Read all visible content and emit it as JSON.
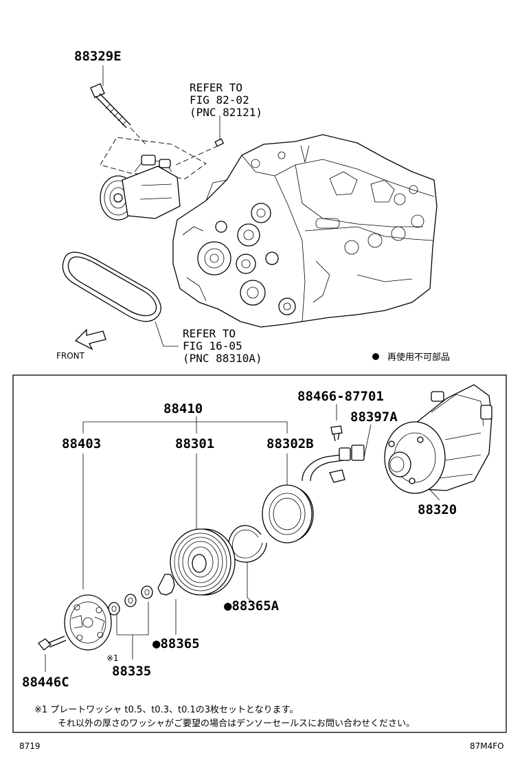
{
  "labels": {
    "bolt_top": "88329E",
    "refer1_line1": "REFER TO",
    "refer1_line2": "FIG 82-02",
    "refer1_line3": "(PNC 82121)",
    "refer2_line1": "REFER TO",
    "refer2_line2": "FIG 16-05",
    "refer2_line3": "(PNC 88310A)",
    "front": "FRONT",
    "legend_mark": "●",
    "legend_text": "再使用不可部品",
    "clutch_assy": "88410",
    "plate": "88403",
    "pulley": "88301",
    "stator": "88302B",
    "screw": "88466-87701",
    "harness": "88397A",
    "compressor": "88320",
    "snap_ring_a": "●88365A",
    "snap_ring": "●88365",
    "washer_note": "※1",
    "washer": "88335",
    "bolt_bottom": "88446C"
  },
  "footnote": {
    "line1": "※1 プレートワッシャ t0.5、t0.3、t0.1の3枚セットとなります。",
    "line2": "それ以外の厚さのワッシャがご要望の場合はデンソーセールスにお問い合わせください。"
  },
  "footer": {
    "left": "8719",
    "right": "87M4FO"
  },
  "icons": {
    "front_arrow": "front-arrow-icon",
    "reuse_dot": "filled-dot-icon"
  }
}
